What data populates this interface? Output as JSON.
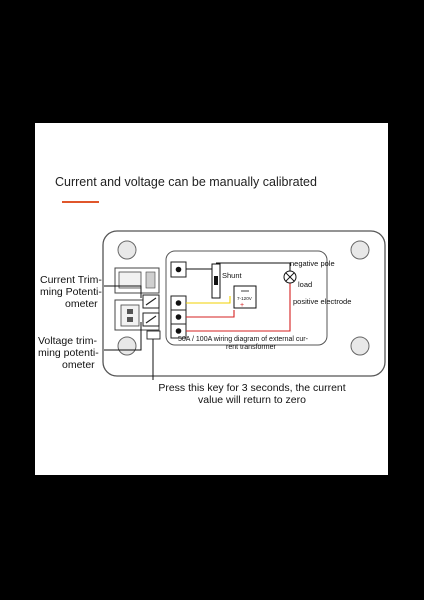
{
  "title": "Current and voltage can be manually calibrated",
  "labels": {
    "current_pot_1": "Current Trim-",
    "current_pot_2": "ming Potenti-",
    "current_pot_3": "ometer",
    "voltage_pot_1": "Voltage trim-",
    "voltage_pot_2": "ming potenti-",
    "voltage_pot_3": "ometer",
    "zero_key_1": "Press this key for 3 seconds, the current",
    "zero_key_2": "value will return to zero",
    "shunt": "Shunt",
    "negative_pole": "negative pole",
    "load": "load",
    "positive_electrode": "positive electrode",
    "supply": "7-120V",
    "caption_1": "50A / 100A wiring diagram of external cur-",
    "caption_2": "rent transformer"
  },
  "colors": {
    "accent": "#e0562b",
    "wire_red": "#d42020",
    "wire_yellow": "#f0d000",
    "wire_black": "#111111"
  }
}
